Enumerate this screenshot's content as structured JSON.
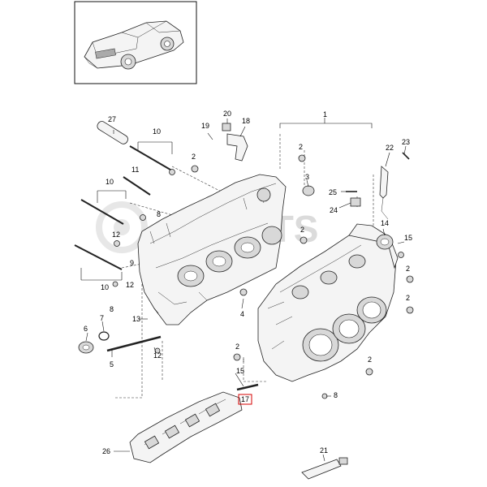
{
  "diagram": {
    "watermark": "PARTS",
    "labels": {
      "l1": "1",
      "l2a": "2",
      "l2b": "2",
      "l2c": "2",
      "l2d": "2",
      "l2e": "2",
      "l2f": "2",
      "l2g": "2",
      "l3": "3",
      "l4": "4",
      "l5": "5",
      "l6": "6",
      "l7": "7",
      "l8a": "8",
      "l8b": "8",
      "l8c": "8",
      "l9": "9",
      "l10a": "10",
      "l10b": "10",
      "l10c": "10",
      "l11": "11",
      "l12a": "12",
      "l12b": "12",
      "l12c": "12",
      "l13": "13",
      "l14": "14",
      "l15a": "15",
      "l15b": "15",
      "l17": "17",
      "l18": "18",
      "l19": "19",
      "l20": "20",
      "l21": "21",
      "l22": "22",
      "l23": "23",
      "l24": "24",
      "l25": "25",
      "l26": "26",
      "l27": "27"
    }
  }
}
